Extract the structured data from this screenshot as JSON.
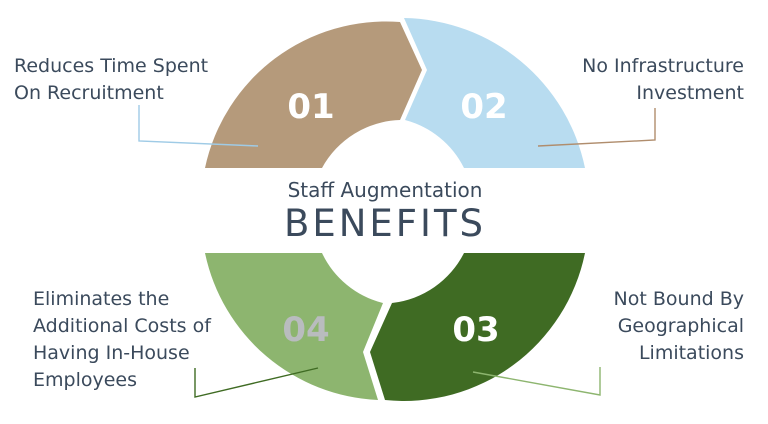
{
  "title": {
    "subtitle": "Staff Augmentation",
    "main": "BENEFITS"
  },
  "segments": [
    {
      "number": "01",
      "label": "Reduces Time Spent\nOn Recruitment",
      "color": "#b59a7b",
      "number_color": "#ffffff"
    },
    {
      "number": "02",
      "label": "No Infrastructure\nInvestment",
      "color": "#b8dcf0",
      "number_color": "#ffffff"
    },
    {
      "number": "03",
      "label": "Not Bound By\nGeographical\nLimitations",
      "color": "#3f6b23",
      "number_color": "#ffffff"
    },
    {
      "number": "04",
      "label": "Eliminates the\nAdditional Costs of\nHaving In-House\nEmployees",
      "color": "#8db56f",
      "number_color": "#b9bcbf"
    }
  ],
  "text_color": "#3b4a5c"
}
